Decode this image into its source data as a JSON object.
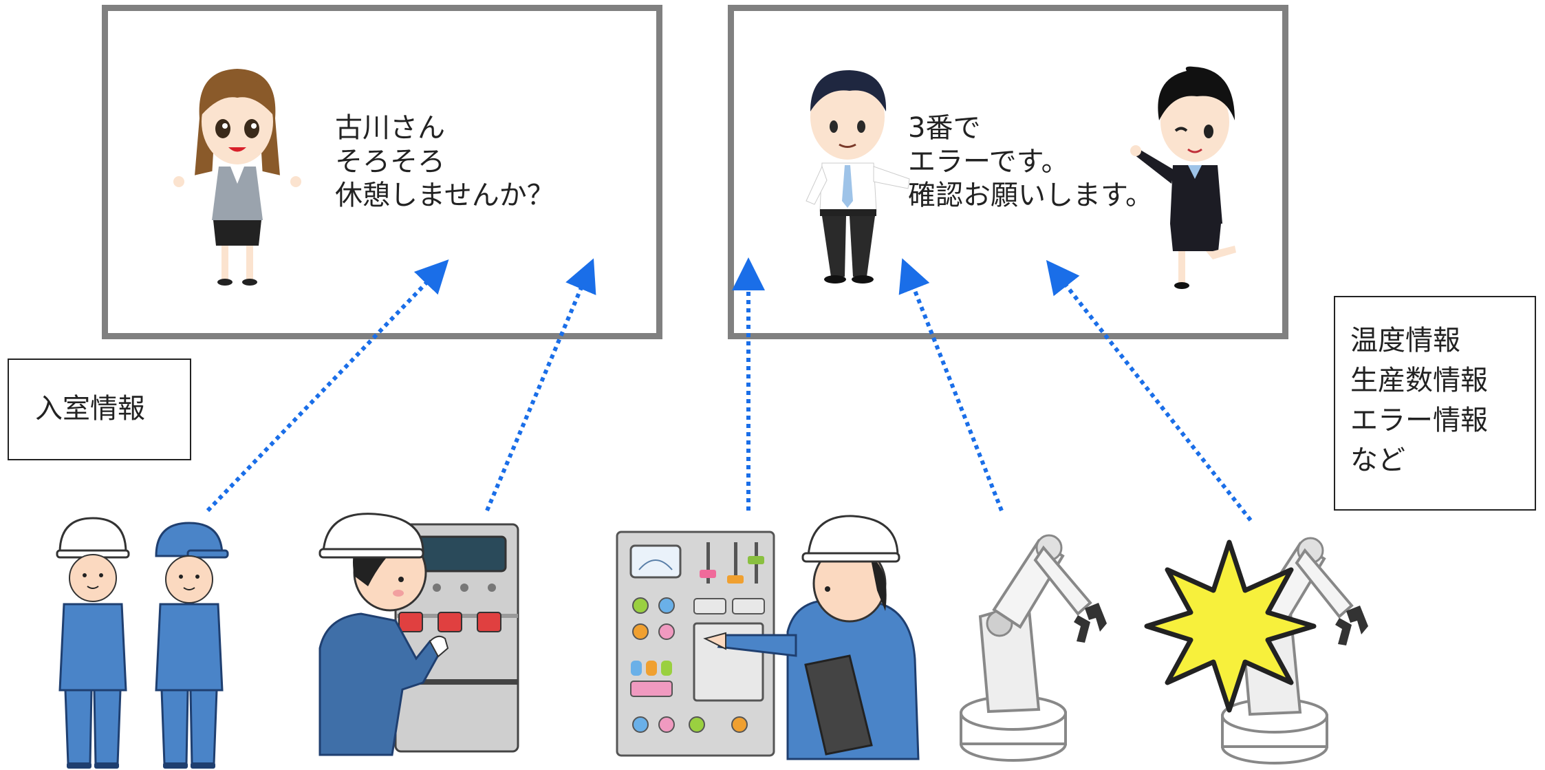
{
  "left_display": {
    "message": [
      "古川さん",
      "そろそろ",
      "休憩しませんか？"
    ]
  },
  "right_display": {
    "message": [
      "3番で",
      "エラーです。",
      "確認お願いします。"
    ]
  },
  "labels": {
    "room_info": "入室情報",
    "machine_info": [
      "温度情報",
      "生産数情報",
      "エラー情報",
      "など"
    ]
  },
  "colors": {
    "display_border": "#808080",
    "arrow": "#1a6ee8",
    "uniform": "#4a84c8",
    "burst": "#f7f03c"
  },
  "icons": [
    "avatar-woman-icon",
    "avatar-man-icon",
    "avatar-woman-winking-icon",
    "workers-icon",
    "operator-at-machine-icon",
    "operator-at-panel-icon",
    "robot-arm-icon",
    "robot-arm-error-icon"
  ]
}
